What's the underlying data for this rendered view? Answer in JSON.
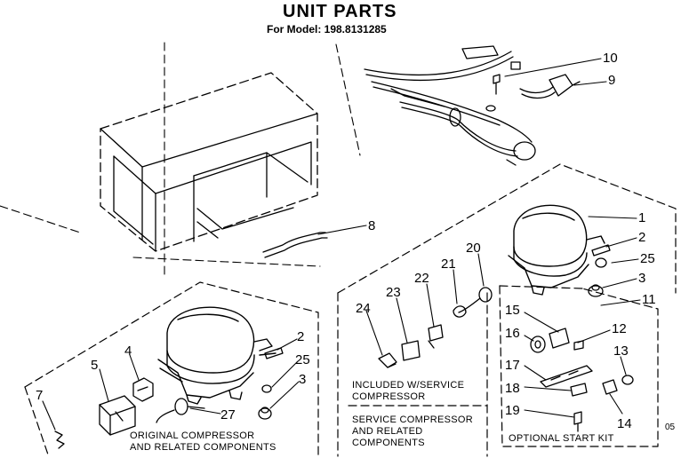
{
  "header": {
    "title": "UNIT PARTS",
    "model_line": "For Model: 198.8131285"
  },
  "callouts": {
    "c1": "1",
    "c2": "2",
    "c2b": "2",
    "c3": "3",
    "c3b": "3",
    "c4": "4",
    "c5": "5",
    "c7": "7",
    "c8": "8",
    "c9": "9",
    "c10": "10",
    "c11": "11",
    "c12": "12",
    "c13": "13",
    "c14": "14",
    "c15": "15",
    "c16": "16",
    "c17": "17",
    "c18": "18",
    "c19": "19",
    "c20": "20",
    "c21": "21",
    "c22": "22",
    "c23": "23",
    "c24": "24",
    "c25": "25",
    "c25b": "25",
    "c27": "27"
  },
  "captions": {
    "original_line1": "ORIGINAL COMPRESSOR",
    "original_line2": "AND RELATED COMPONENTS",
    "included_line1": "INCLUDED W/SERVICE",
    "included_line2": "COMPRESSOR",
    "service_line1": "SERVICE COMPRESSOR",
    "service_line2": "AND RELATED",
    "service_line3": "COMPONENTS",
    "start_kit": "OPTIONAL START KIT"
  },
  "page_code": "05"
}
